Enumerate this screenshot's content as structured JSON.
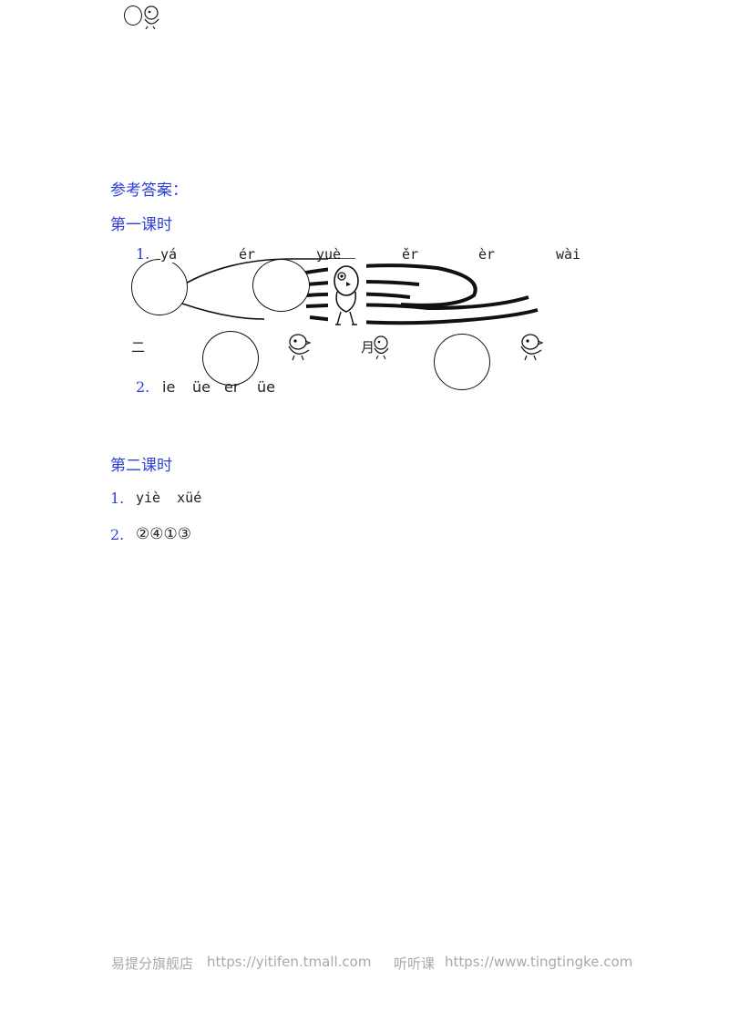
{
  "answers_heading": "参考答案：",
  "lesson1": {
    "title": "第一课时",
    "q1_number": "1.",
    "q1_pinyin": [
      "yá",
      "ér",
      "yuè",
      "ěr",
      "èr",
      "wài"
    ],
    "er_char": "二",
    "yue_char": "月",
    "q2_number": "2.",
    "q2_items": [
      "ie",
      "üe",
      "er",
      "üe"
    ]
  },
  "lesson2": {
    "title": "第二课时",
    "q1_number": "1.",
    "q1_answer": "yiè  xüé",
    "q2_number": "2.",
    "q2_answer": "②④①③"
  },
  "footer": {
    "left_name": "易提分旗舰店",
    "left_url": "https://yitifen.tmall.com",
    "right_name": "听听课",
    "right_url": "https://www.tingtingke.com"
  },
  "colors": {
    "accent_blue": "#2d3fd8",
    "footer_gray": "#a9a9a9"
  },
  "icons": [
    "chick-icon",
    "owl-icon",
    "tree-log-icon"
  ]
}
